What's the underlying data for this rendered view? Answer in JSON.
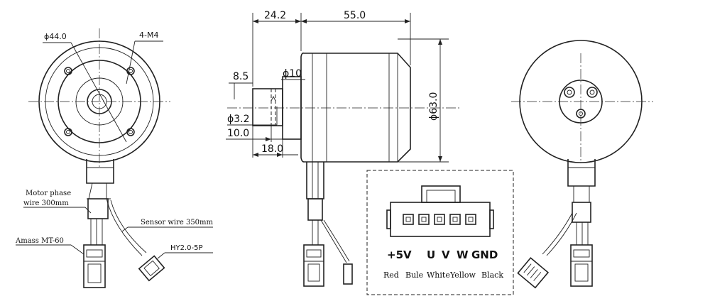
{
  "front_view": {
    "diameter_label": "ϕ44.0",
    "holes_label": "4-M4",
    "phase_wire_label_1": "Motor phase",
    "phase_wire_label_2": "wire 300mm",
    "sensor_wire_label": "Sensor wire 350mm",
    "connector_label": "Amass MT-60",
    "sensor_connector_label": "HY2.0-5P"
  },
  "side_view": {
    "dim_24_2": "24.2",
    "dim_55_0": "55.0",
    "dim_8_5": "8.5",
    "dim_phi10": "ϕ10",
    "dim_phi3_2": "ϕ3.2",
    "dim_10_0": "10.0",
    "dim_18_0": "18.0",
    "dim_phi63_0": "ϕ63.0"
  },
  "pinout": {
    "pins": [
      "+5V",
      "U",
      "V",
      "W",
      "GND"
    ],
    "colors": [
      "Red",
      "Bule",
      "White",
      "Yellow",
      "Black"
    ]
  }
}
